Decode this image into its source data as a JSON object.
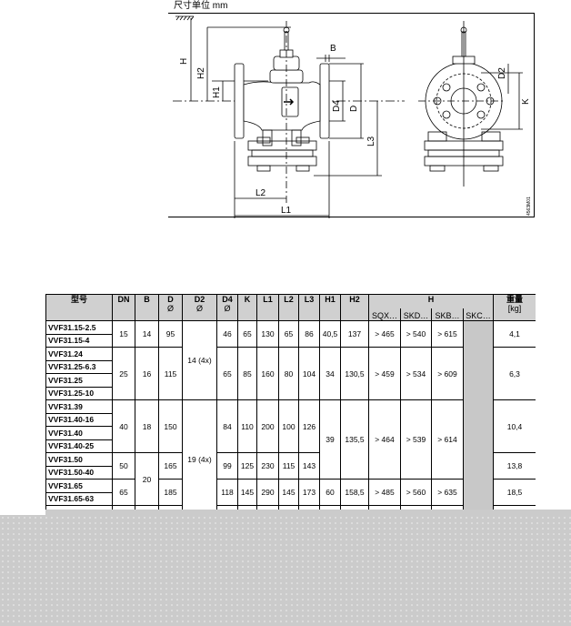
{
  "unit_note": "尺寸单位 mm",
  "drawing": {
    "labels": {
      "H": "H",
      "H2": "H2",
      "H1": "H1",
      "B": "B",
      "D4": "D4",
      "D": "D",
      "L3": "L3",
      "L2": "L2",
      "L1": "L1",
      "D2": "D2",
      "K": "K"
    },
    "code": "4563M01"
  },
  "table": {
    "headers": {
      "model": "型号",
      "dn": "DN",
      "b": "B",
      "d": "D",
      "d_sub": "Ø",
      "d2": "D2",
      "d2_sub": "Ø",
      "d4": "D4",
      "d4_sub": "Ø",
      "k": "K",
      "l1": "L1",
      "l2": "L2",
      "l3": "L3",
      "h1": "H1",
      "h2": "H2",
      "h": "H",
      "sqx": "SQX…",
      "skd": "SKD…",
      "skb": "SKB…",
      "skc": "SKC…",
      "weight": "重量",
      "weight_unit": "[kg]"
    },
    "models": [
      "VVF31.15-2.5",
      "VVF31.15-4",
      "VVF31.24",
      "VVF31.25-6.3",
      "VVF31.25",
      "VVF31.25-10",
      "VVF31.39",
      "VVF31.40-16",
      "VVF31.40",
      "VVF31.40-25",
      "VVF31.50",
      "VVF31.50-40",
      "VVF31.65",
      "VVF31.65-63"
    ],
    "groups": [
      {
        "dn": "15",
        "d": "95",
        "d4": "46",
        "k": "65",
        "l1": "130",
        "l2": "65",
        "l3": "86",
        "weight": "4,1"
      },
      {
        "dn": "25",
        "d": "115",
        "d4": "65",
        "k": "85",
        "l1": "160",
        "l2": "80",
        "l3": "104",
        "weight": "6,3"
      },
      {
        "dn": "40",
        "d": "150",
        "d4": "84",
        "k": "110",
        "l1": "200",
        "l2": "100",
        "l3": "126",
        "weight": "10,4"
      },
      {
        "dn": "50",
        "d": "165",
        "d4": "99",
        "k": "125",
        "l1": "230",
        "l2": "115",
        "l3": "143",
        "weight": "13,8"
      },
      {
        "dn": "65",
        "d": "185",
        "d4": "118",
        "k": "145",
        "l1": "290",
        "l2": "145",
        "l3": "173",
        "weight": "18,5"
      }
    ],
    "b_values": [
      "14",
      "16",
      "18",
      "20"
    ],
    "d2_values": [
      "14 (4x)",
      "19 (4x)"
    ],
    "h_groups": [
      {
        "h1": "40,5",
        "h2": "137",
        "sqx": "> 465",
        "skd": "> 540",
        "skb": "> 615"
      },
      {
        "h1": "34",
        "h2": "130,5",
        "sqx": "> 459",
        "skd": "> 534",
        "skb": "> 609"
      },
      {
        "h1": "39",
        "h2": "135,5",
        "sqx": "> 464",
        "skd": "> 539",
        "skb": "> 614"
      },
      {
        "h1": "60",
        "h2": "158,5",
        "sqx": "> 485",
        "skd": "> 560",
        "skb": "> 635"
      }
    ]
  }
}
